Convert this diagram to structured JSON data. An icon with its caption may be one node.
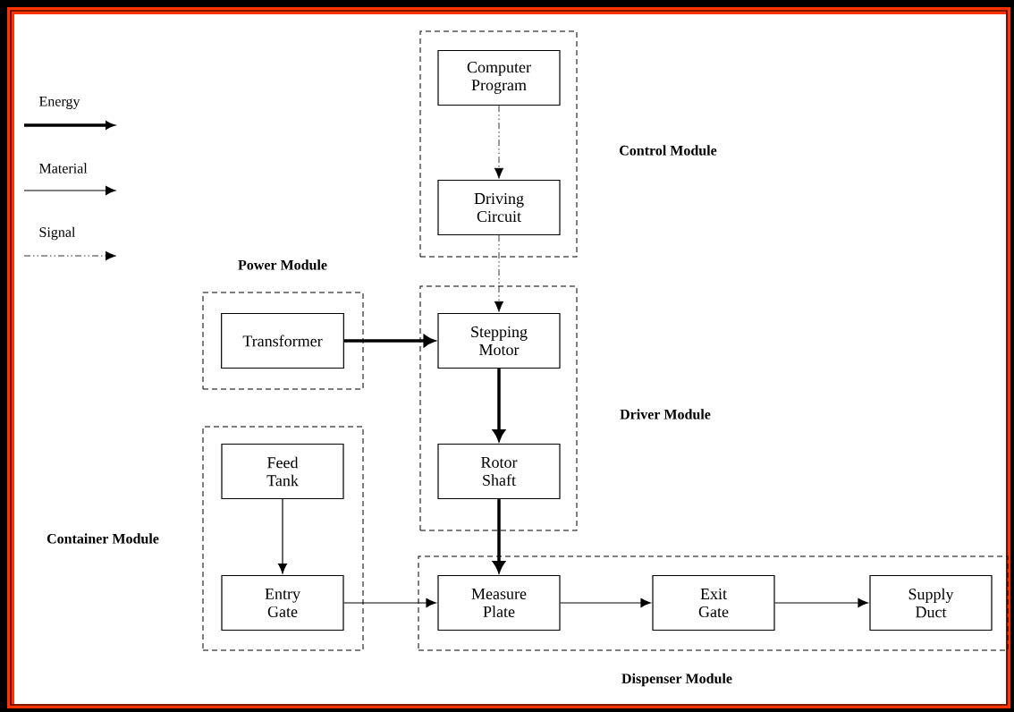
{
  "diagram": {
    "nodes": [
      {
        "text": [
          "Control Module"
        ]
      },
      {
        "text": [
          "Computer Program"
        ],
        "in": 0
      },
      {
        "text": [
          "Driving Circuit"
        ],
        "in": 0
      },
      {
        "text": [
          "Power Module"
        ]
      },
      {
        "text": [
          "Transformer"
        ],
        "in": 3
      },
      {
        "text": [
          "Driver Module"
        ]
      },
      {
        "text": [
          "Stepping Motor"
        ],
        "in": 5
      },
      {
        "text": [
          "Rotor Shaft"
        ],
        "in": 5
      },
      {
        "text": [
          "Container Module"
        ]
      },
      {
        "text": [
          "Feed Tank"
        ],
        "in": 8
      },
      {
        "text": [
          "Entry Gate"
        ],
        "in": 8
      },
      {
        "text": [
          "Dispenser Module"
        ]
      },
      {
        "text": [
          "Measure Plate"
        ],
        "in": 11
      },
      {
        "text": [
          "Exit Gate"
        ],
        "in": 11
      },
      {
        "text": [
          "Supply Duct"
        ],
        "in": 11
      }
    ],
    "edges": [
      {
        "from": 1,
        "to": 2,
        "arrow": "to",
        "style": "dashed"
      },
      {
        "from": 2,
        "to": 6,
        "arrow": "to",
        "style": "dashed"
      },
      {
        "from": 4,
        "to": 6,
        "arrow": "to",
        "style": "thick"
      },
      {
        "from": 6,
        "to": 7,
        "arrow": "to",
        "style": "thick"
      },
      {
        "from": 7,
        "to": 12,
        "arrow": "to",
        "style": "thick"
      },
      {
        "from": 9,
        "to": 10,
        "arrow": "to"
      },
      {
        "from": 10,
        "to": 12,
        "arrow": "to"
      },
      {
        "from": 12,
        "to": 13,
        "arrow": "to"
      },
      {
        "from": 13,
        "to": 14,
        "arrow": "to"
      }
    ],
    "legend": [
      {
        "text": "Energy"
      },
      {
        "text": "Material"
      },
      {
        "text": "Signal"
      }
    ]
  }
}
